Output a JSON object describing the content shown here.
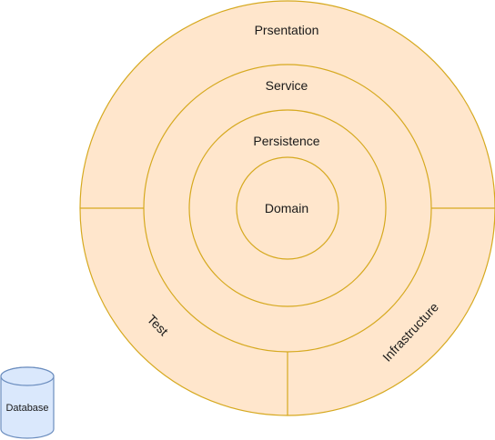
{
  "diagram": {
    "layers": {
      "outer": "Prsentation",
      "service": "Service",
      "persistence": "Persistence",
      "core": "Domain"
    },
    "segments": {
      "left": "Test",
      "right": "Infrastructure"
    },
    "database": {
      "label": "Database"
    },
    "colors": {
      "layer_fill": "#ffe6cc",
      "layer_stroke": "#d6a91f",
      "database_fill": "#dae8fc",
      "database_stroke": "#6c8ebf"
    }
  }
}
